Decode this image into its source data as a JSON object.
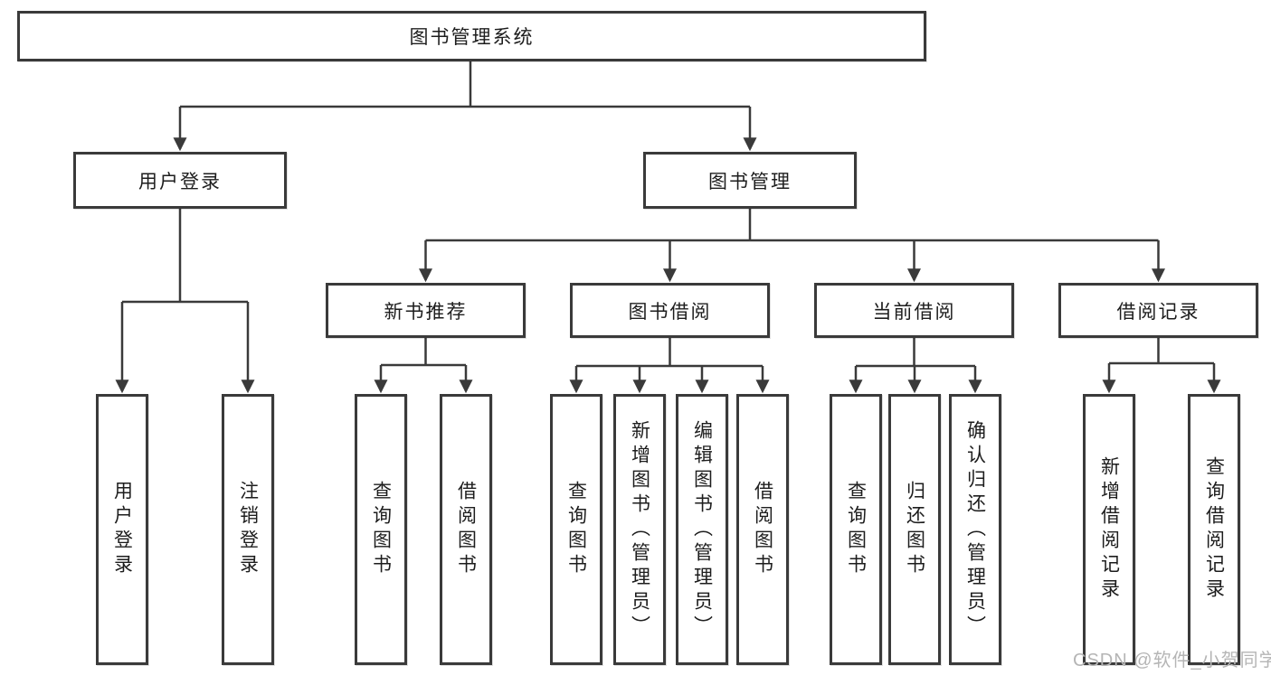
{
  "tree": {
    "root": "图书管理系统",
    "level2": [
      "用户登录",
      "图书管理"
    ],
    "level3": [
      "新书推荐",
      "图书借阅",
      "当前借阅",
      "借阅记录"
    ],
    "leaves": {
      "user_login": [
        "用户登录",
        "注销登录"
      ],
      "new_book_recommend": [
        "查询图书",
        "借阅图书"
      ],
      "book_borrow": [
        "查询图书",
        "新增图书（管理员）",
        "编辑图书（管理员）",
        "借阅图书"
      ],
      "current_borrow": [
        "查询图书",
        "归还图书",
        "确认归还（管理员）"
      ],
      "borrow_record": [
        "新增借阅记录",
        "查询借阅记录"
      ]
    }
  },
  "watermark": {
    "text": "CSDN @软件_小贺同学"
  },
  "colors": {
    "line": "#3a3a3a",
    "box_border": "#3a3a3a",
    "text": "#1d1d1d",
    "background": "#ffffff",
    "watermark": "#b5b5b5"
  }
}
